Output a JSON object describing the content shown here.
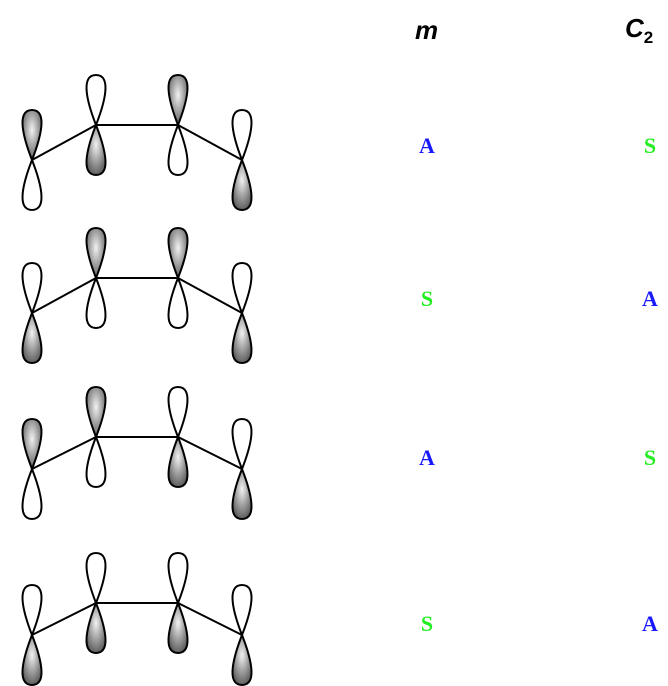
{
  "headers": {
    "m_label": "m",
    "c_label": "C",
    "c_subscript": "2"
  },
  "rows": [
    {
      "m": "A",
      "c2": "S",
      "lobes_up_filled": [
        true,
        false,
        true,
        false
      ]
    },
    {
      "m": "S",
      "c2": "A",
      "lobes_up_filled": [
        false,
        true,
        true,
        false
      ]
    },
    {
      "m": "A",
      "c2": "S",
      "lobes_up_filled": [
        true,
        true,
        false,
        false
      ]
    },
    {
      "m": "S",
      "c2": "A",
      "lobes_up_filled": [
        false,
        false,
        false,
        false
      ]
    }
  ],
  "colors": {
    "A": "#1a1aff",
    "S": "#22ee22",
    "shade_dark": "#555555",
    "shade_light": "#f2f2f2",
    "stroke": "#000000"
  }
}
